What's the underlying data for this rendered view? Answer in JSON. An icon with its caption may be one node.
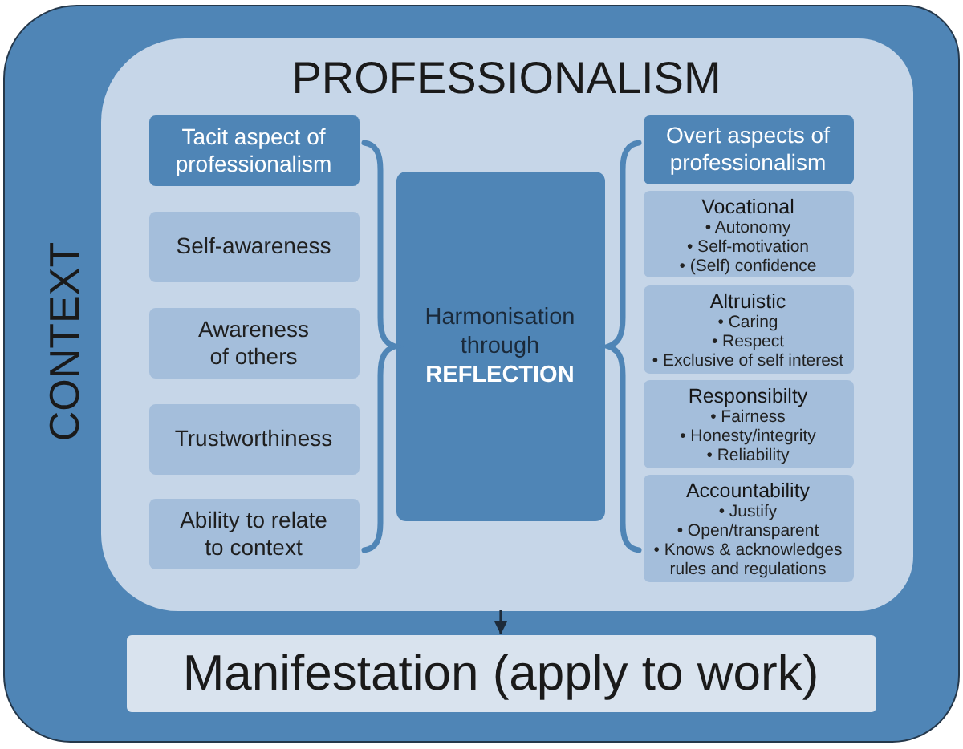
{
  "diagram": {
    "nodes": [
      {
        "text": [
          "CONTEXT"
        ]
      },
      {
        "text": [
          "PROFESSIONALISM"
        ],
        "in": 0
      },
      {
        "text": [
          "Tacit aspect of professionalism"
        ],
        "in": 1
      },
      {
        "text": [
          "Self-awareness"
        ],
        "in": 1
      },
      {
        "text": [
          "Awareness of others"
        ],
        "in": 1
      },
      {
        "text": [
          "Trustworthiness"
        ],
        "in": 1
      },
      {
        "text": [
          "Ability to relate to context"
        ],
        "in": 1
      },
      {
        "text": [
          "Harmonisation through **REFLECTION**"
        ],
        "in": 1
      },
      {
        "text": [
          "Overt aspects of professionalism"
        ],
        "in": 1
      },
      {
        "text": [
          "Vocational",
          "• Autonomy",
          "• Self-motivation",
          "• (Self) confidence"
        ],
        "in": 1
      },
      {
        "text": [
          "Altruistic",
          "• Caring",
          "• Respect",
          "• Exclusive of self interest"
        ],
        "in": 1
      },
      {
        "text": [
          "Responsibilty",
          "• Fairness",
          "• Honesty/integrity",
          "• Reliability"
        ],
        "in": 1
      },
      {
        "text": [
          "Accountability",
          "• Justify",
          "• Open/transparent",
          "• Knows & acknowledges rules and regulations"
        ],
        "in": 1
      },
      {
        "text": [
          "Manifestation (apply to work)"
        ],
        "in": 0
      }
    ],
    "edges": [
      {
        "from": 1,
        "to": 13,
        "arrow": "to"
      }
    ]
  }
}
